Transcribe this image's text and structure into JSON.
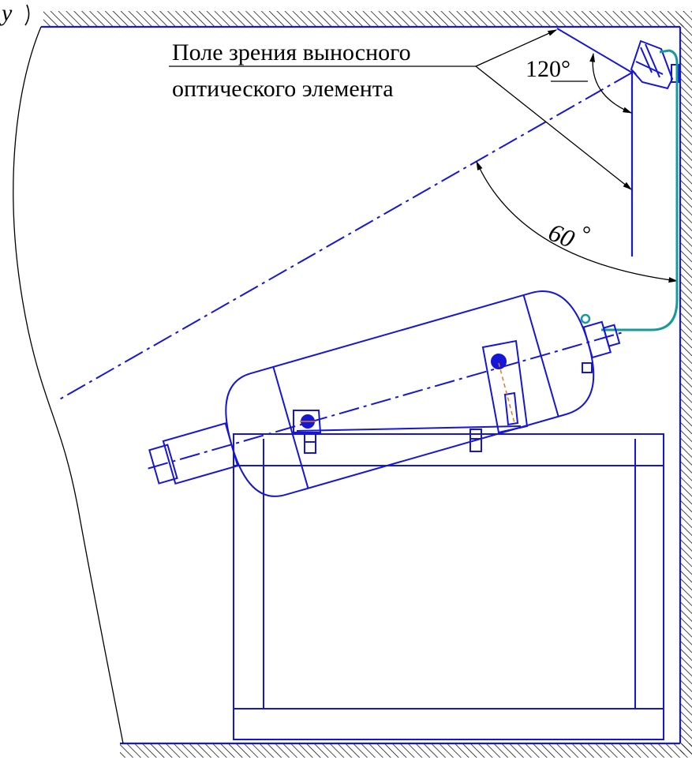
{
  "figure": {
    "field_of_view_label_line1": "Поле зрения выносного",
    "field_of_view_label_line2": "оптического элемента",
    "angle_top_label": "120°",
    "angle_side_label_number": "60",
    "angle_side_label_degree": "°",
    "corner_fragment": "у"
  },
  "colors": {
    "drawing": "#1616d6",
    "cable": "#169a9a",
    "annotation": "#000000",
    "hatch": "#000000",
    "accent": "#e07a1a"
  }
}
